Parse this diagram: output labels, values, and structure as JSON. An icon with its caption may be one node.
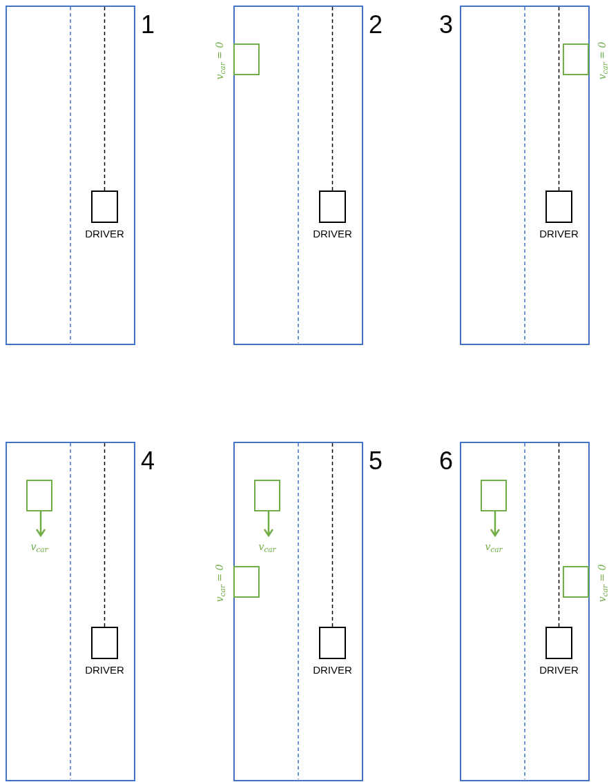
{
  "diagram": {
    "nodes": [
      {
        "text": [],
        "shape": "box",
        "beside": [
          "1"
        ]
      },
      {
        "text": [
          "DRIVER"
        ],
        "in": 0
      },
      {
        "text": [],
        "shape": "box",
        "beside": [
          "2"
        ]
      },
      {
        "text": [],
        "shape": "box",
        "in": 2,
        "beside": [
          "v$_{car}$ = 0"
        ]
      },
      {
        "text": [
          "DRIVER"
        ],
        "in": 2
      },
      {
        "text": [],
        "shape": "box",
        "beside": [
          "3"
        ]
      },
      {
        "text": [],
        "shape": "box",
        "in": 5,
        "beside": [
          "v$_{car}$ = 0"
        ]
      },
      {
        "text": [
          "DRIVER"
        ],
        "in": 5
      },
      {
        "text": [],
        "shape": "box",
        "beside": [
          "4"
        ]
      },
      {
        "text": [],
        "shape": "box",
        "in": 8,
        "beside": [
          "v$_{car}$"
        ]
      },
      {
        "text": [
          "DRIVER"
        ],
        "in": 8
      },
      {
        "text": [],
        "shape": "box",
        "beside": [
          "5"
        ]
      },
      {
        "text": [],
        "shape": "box",
        "in": 11,
        "beside": [
          "v$_{car}$"
        ]
      },
      {
        "text": [],
        "shape": "box",
        "in": 11,
        "beside": [
          "v$_{car}$ = 0"
        ]
      },
      {
        "text": [
          "DRIVER"
        ],
        "in": 11
      },
      {
        "text": [],
        "shape": "box",
        "beside": [
          "6"
        ]
      },
      {
        "text": [],
        "shape": "box",
        "in": 15,
        "beside": [
          "v$_{car}$"
        ]
      },
      {
        "text": [],
        "shape": "box",
        "in": 15,
        "beside": [
          "v$_{car}$ = 0"
        ]
      },
      {
        "text": [
          "DRIVER"
        ],
        "in": 15
      }
    ],
    "edges": [
      {
        "from": 1,
        "to": null,
        "arrow": "none",
        "style": "dashed"
      },
      {
        "from": 4,
        "to": null,
        "arrow": "none",
        "style": "dashed"
      },
      {
        "from": 7,
        "to": null,
        "arrow": "none",
        "style": "dashed"
      },
      {
        "from": 10,
        "to": null,
        "arrow": "none",
        "style": "dashed"
      },
      {
        "from": 14,
        "to": null,
        "arrow": "none",
        "style": "dashed"
      },
      {
        "from": 18,
        "to": null,
        "arrow": "none",
        "style": "dashed"
      }
    ]
  }
}
